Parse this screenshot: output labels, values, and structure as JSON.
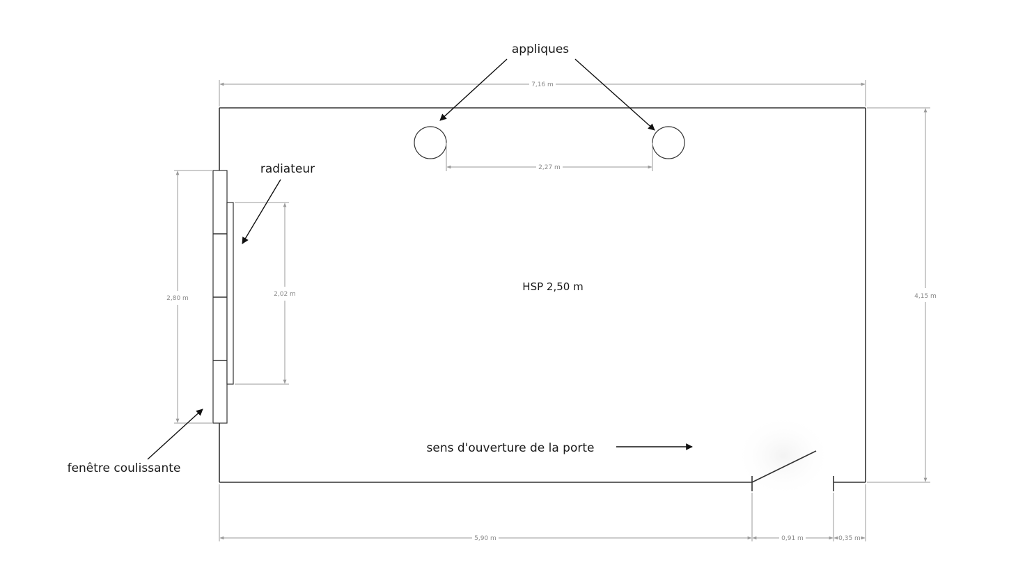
{
  "room": {
    "ceiling_height_label": "HSP 2,50 m"
  },
  "dimensions": {
    "width": "7,16 m",
    "depth": "4,15 m",
    "window": "2,80 m",
    "radiator": "2,02 m",
    "sconce_spacing": "2,27 m",
    "bottom_left_segment": "5,90 m",
    "door": "0,91 m",
    "door_return": "0,35 m"
  },
  "annotations": {
    "sconces": "appliques",
    "radiator": "radiateur",
    "window": "fenêtre coulissante",
    "door_direction": "sens d'ouverture de la porte"
  },
  "colors": {
    "wall": "#333333",
    "dimension": "#9a9a9a",
    "label": "#1a1a1a",
    "background": "#ffffff"
  }
}
